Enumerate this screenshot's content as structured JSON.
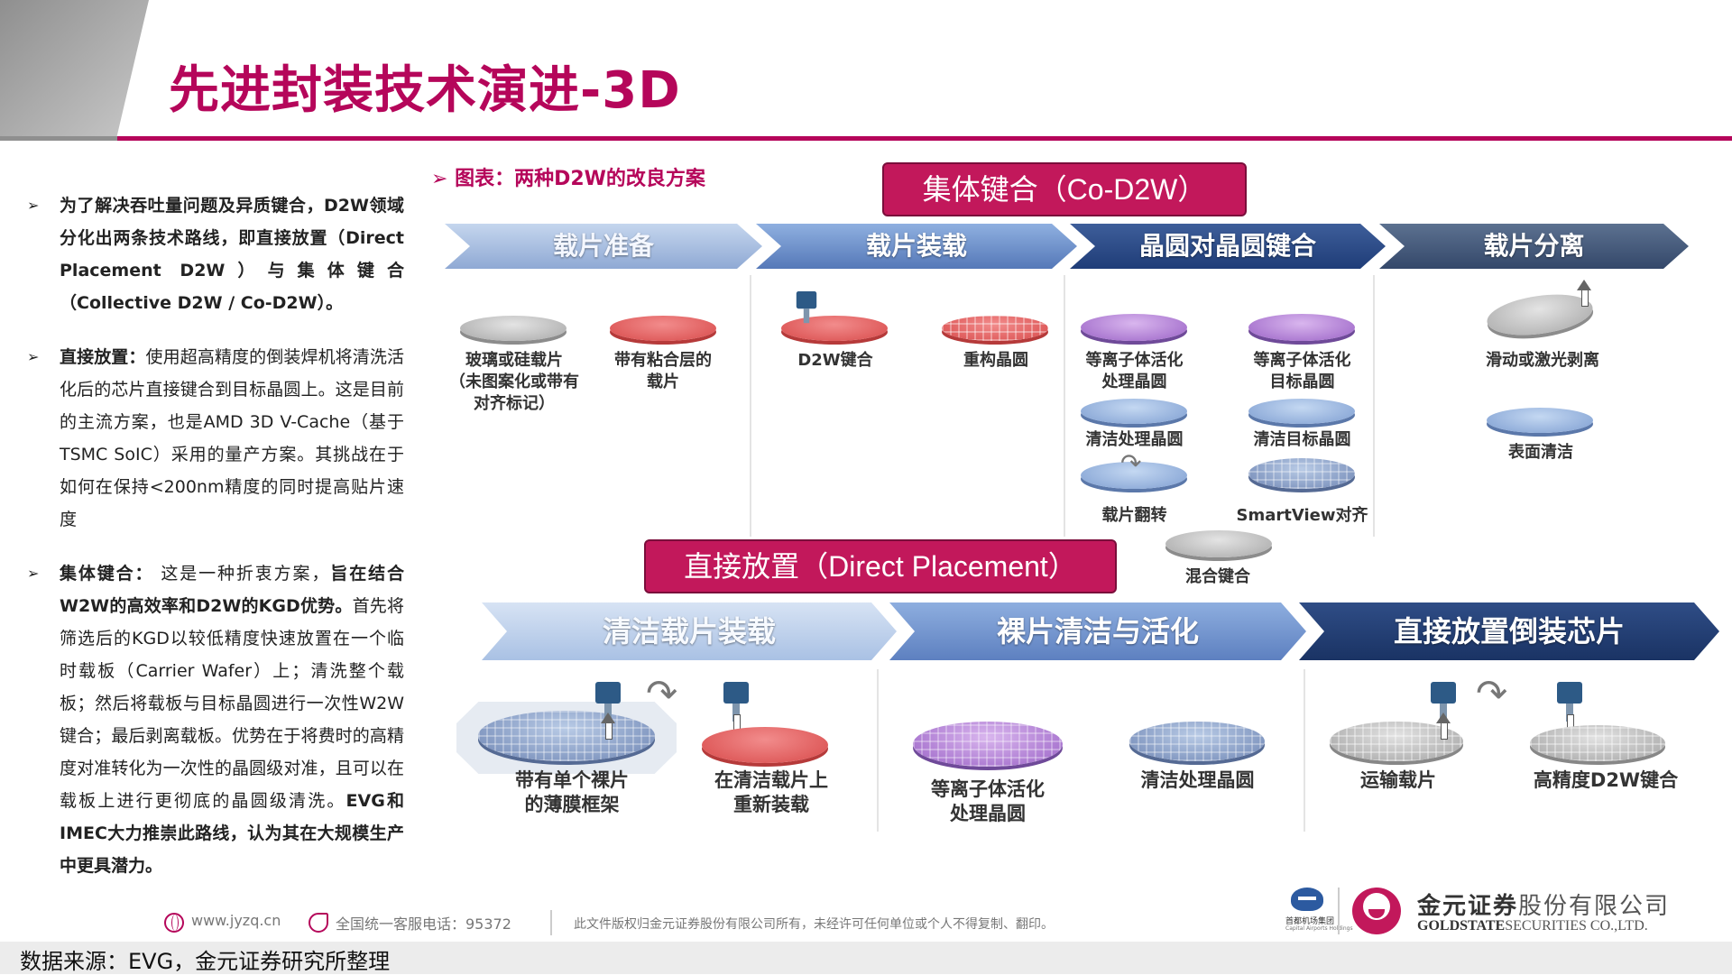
{
  "title": "先进封装技术演进-3D",
  "bullets": [
    {
      "lead": "",
      "text": "为了解决吞吐量问题及异质键合，D2W领域分化出两条技术路线，即直接放置（Direct Placement D2W）与集体键合（Collective D2W / Co-D2W）。"
    },
    {
      "lead": "直接放置：",
      "text": "使用超高精度的倒装焊机将清洗活化后的芯片直接键合到目标晶圆上。这是目前的主流方案，也是AMD 3D V-Cache（基于TSMC SoIC）采用的量产方案。其挑战在于如何在保持<200nm精度的同时提高贴片速度"
    },
    {
      "lead": "集体键合：",
      "text_a": " 这是一种折衷方案，",
      "emph_a": "旨在结合W2W的高效率和D2W的KGD优势。",
      "text_b": "首先将筛选后的KGD以较低精度快速放置在一个临时载板（Carrier Wafer）上；清洗整个载板；然后将载板与目标晶圆进行一次性W2W键合；最后剥离载板。优势在于将费时的高精度对准转化为一次性的晶圆级对准，且可以在载板上进行更彻底的晶圆级清洗。",
      "emph_b": "EVG和IMEC大力推崇此路线，认为其在大规模生产中更具潜力。"
    }
  ],
  "figure": {
    "caption": "图表：两种D2W的改良方案",
    "badge_co": "集体键合（Co-D2W）",
    "badge_dp": "直接放置（Direct Placement）",
    "top_steps": [
      "载片准备",
      "载片装载",
      "晶圆对晶圆键合",
      "载片分离"
    ],
    "bottom_steps": [
      "清洁载片装载",
      "裸片清洁与活化",
      "直接放置倒装芯片"
    ],
    "top_labels": {
      "glass": "玻璃或硅载片\n（未图案化或带有\n对齐标记）",
      "adhesive": "带有粘合层的\n载片",
      "d2w": "D2W键合",
      "reconstituted": "重构晶圆",
      "plasma_proc": "等离子体活化\n处理晶圆",
      "plasma_target": "等离子体活化\n目标晶圆",
      "clean_proc": "清洁处理晶圆",
      "clean_target": "清洁目标晶圆",
      "flip": "载片翻转",
      "smartview": "SmartView对齐",
      "hybrid": "混合键合",
      "debond": "滑动或激光剥离",
      "surface_clean": "表面清洁"
    },
    "bottom_labels": {
      "frame": "带有单个裸片\n的薄膜框架",
      "reload": "在清洁载片上\n重新装载",
      "plasma": "等离子体活化\n处理晶圆",
      "clean": "清洁处理晶圆",
      "transport": "运输载片",
      "hp_bond": "高精度D2W键合"
    }
  },
  "footer": {
    "website": "www.jyzq.cn",
    "hotline": "全国统一客服电话：95372",
    "copyright": "此文件版权归金元证券股份有限公司所有，未经许可任何单位或个人不得复制、翻印。",
    "airport_cn": "首都机场集团",
    "airport_en": "Capital Airports Holdings",
    "company_cn_bold": "金元证券",
    "company_cn_rest": "股份有限公司",
    "company_en_bold": "GOLDSTATE",
    "company_en_rest": "SECURITIES  CO.,LTD."
  },
  "source": "数据来源：EVG，金元证券研究所整理",
  "colors": {
    "brand": "#b5065a",
    "badge": "#c2185b"
  }
}
